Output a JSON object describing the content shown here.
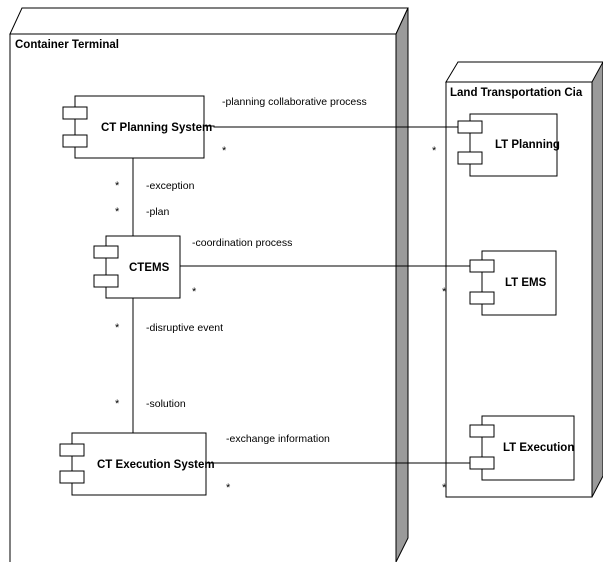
{
  "nodes": {
    "container_terminal": {
      "title": "Container Terminal"
    },
    "land_transportation": {
      "title": "Land Transportation Cia"
    }
  },
  "components": {
    "ct_planning": {
      "name": "CT Planning System"
    },
    "ctems": {
      "name": "CTEMS"
    },
    "ct_execution": {
      "name": "CT Execution System"
    },
    "lt_planning": {
      "name": "LT Planning"
    },
    "lt_ems": {
      "name": "LT EMS"
    },
    "lt_execution": {
      "name": "LT Execution"
    }
  },
  "associations": {
    "planning_collab": {
      "label": "-planning collaborative process",
      "mult_left": "*",
      "mult_right": "*"
    },
    "coordination": {
      "label": "-coordination process",
      "mult_left": "*",
      "mult_right": "*"
    },
    "exchange": {
      "label": "-exchange information",
      "mult_left": "*",
      "mult_right": "*"
    },
    "exception": {
      "label": "-exception",
      "mult": "*"
    },
    "plan": {
      "label": "-plan",
      "mult": "*"
    },
    "disruptive": {
      "label": "-disruptive event",
      "mult": "*"
    },
    "solution": {
      "label": "-solution",
      "mult": "*"
    }
  }
}
